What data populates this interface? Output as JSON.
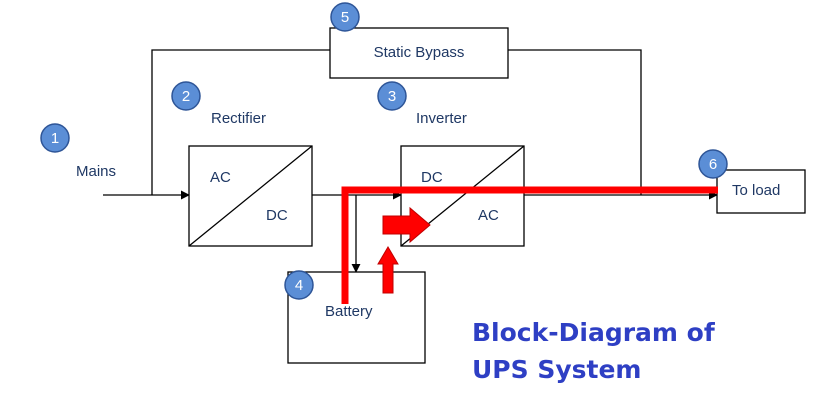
{
  "colors": {
    "badge_fill": "#5b8ed6",
    "badge_stroke": "#2e5597",
    "line": "#000000",
    "power_path": "#ff0000",
    "title": "#2e3fc4",
    "label": "#1f3864"
  },
  "badges": [
    "1",
    "2",
    "3",
    "4",
    "5",
    "6"
  ],
  "labels": {
    "mains": "Mains",
    "rectifier": "Rectifier",
    "inverter": "Inverter",
    "static_bypass": "Static Bypass",
    "to_load": "To load",
    "battery": "Battery",
    "rectifier_in": "AC",
    "rectifier_out": "DC",
    "inverter_in": "DC",
    "inverter_out": "AC"
  },
  "title": {
    "line1": "Block-Diagram of",
    "line2": "UPS System"
  }
}
